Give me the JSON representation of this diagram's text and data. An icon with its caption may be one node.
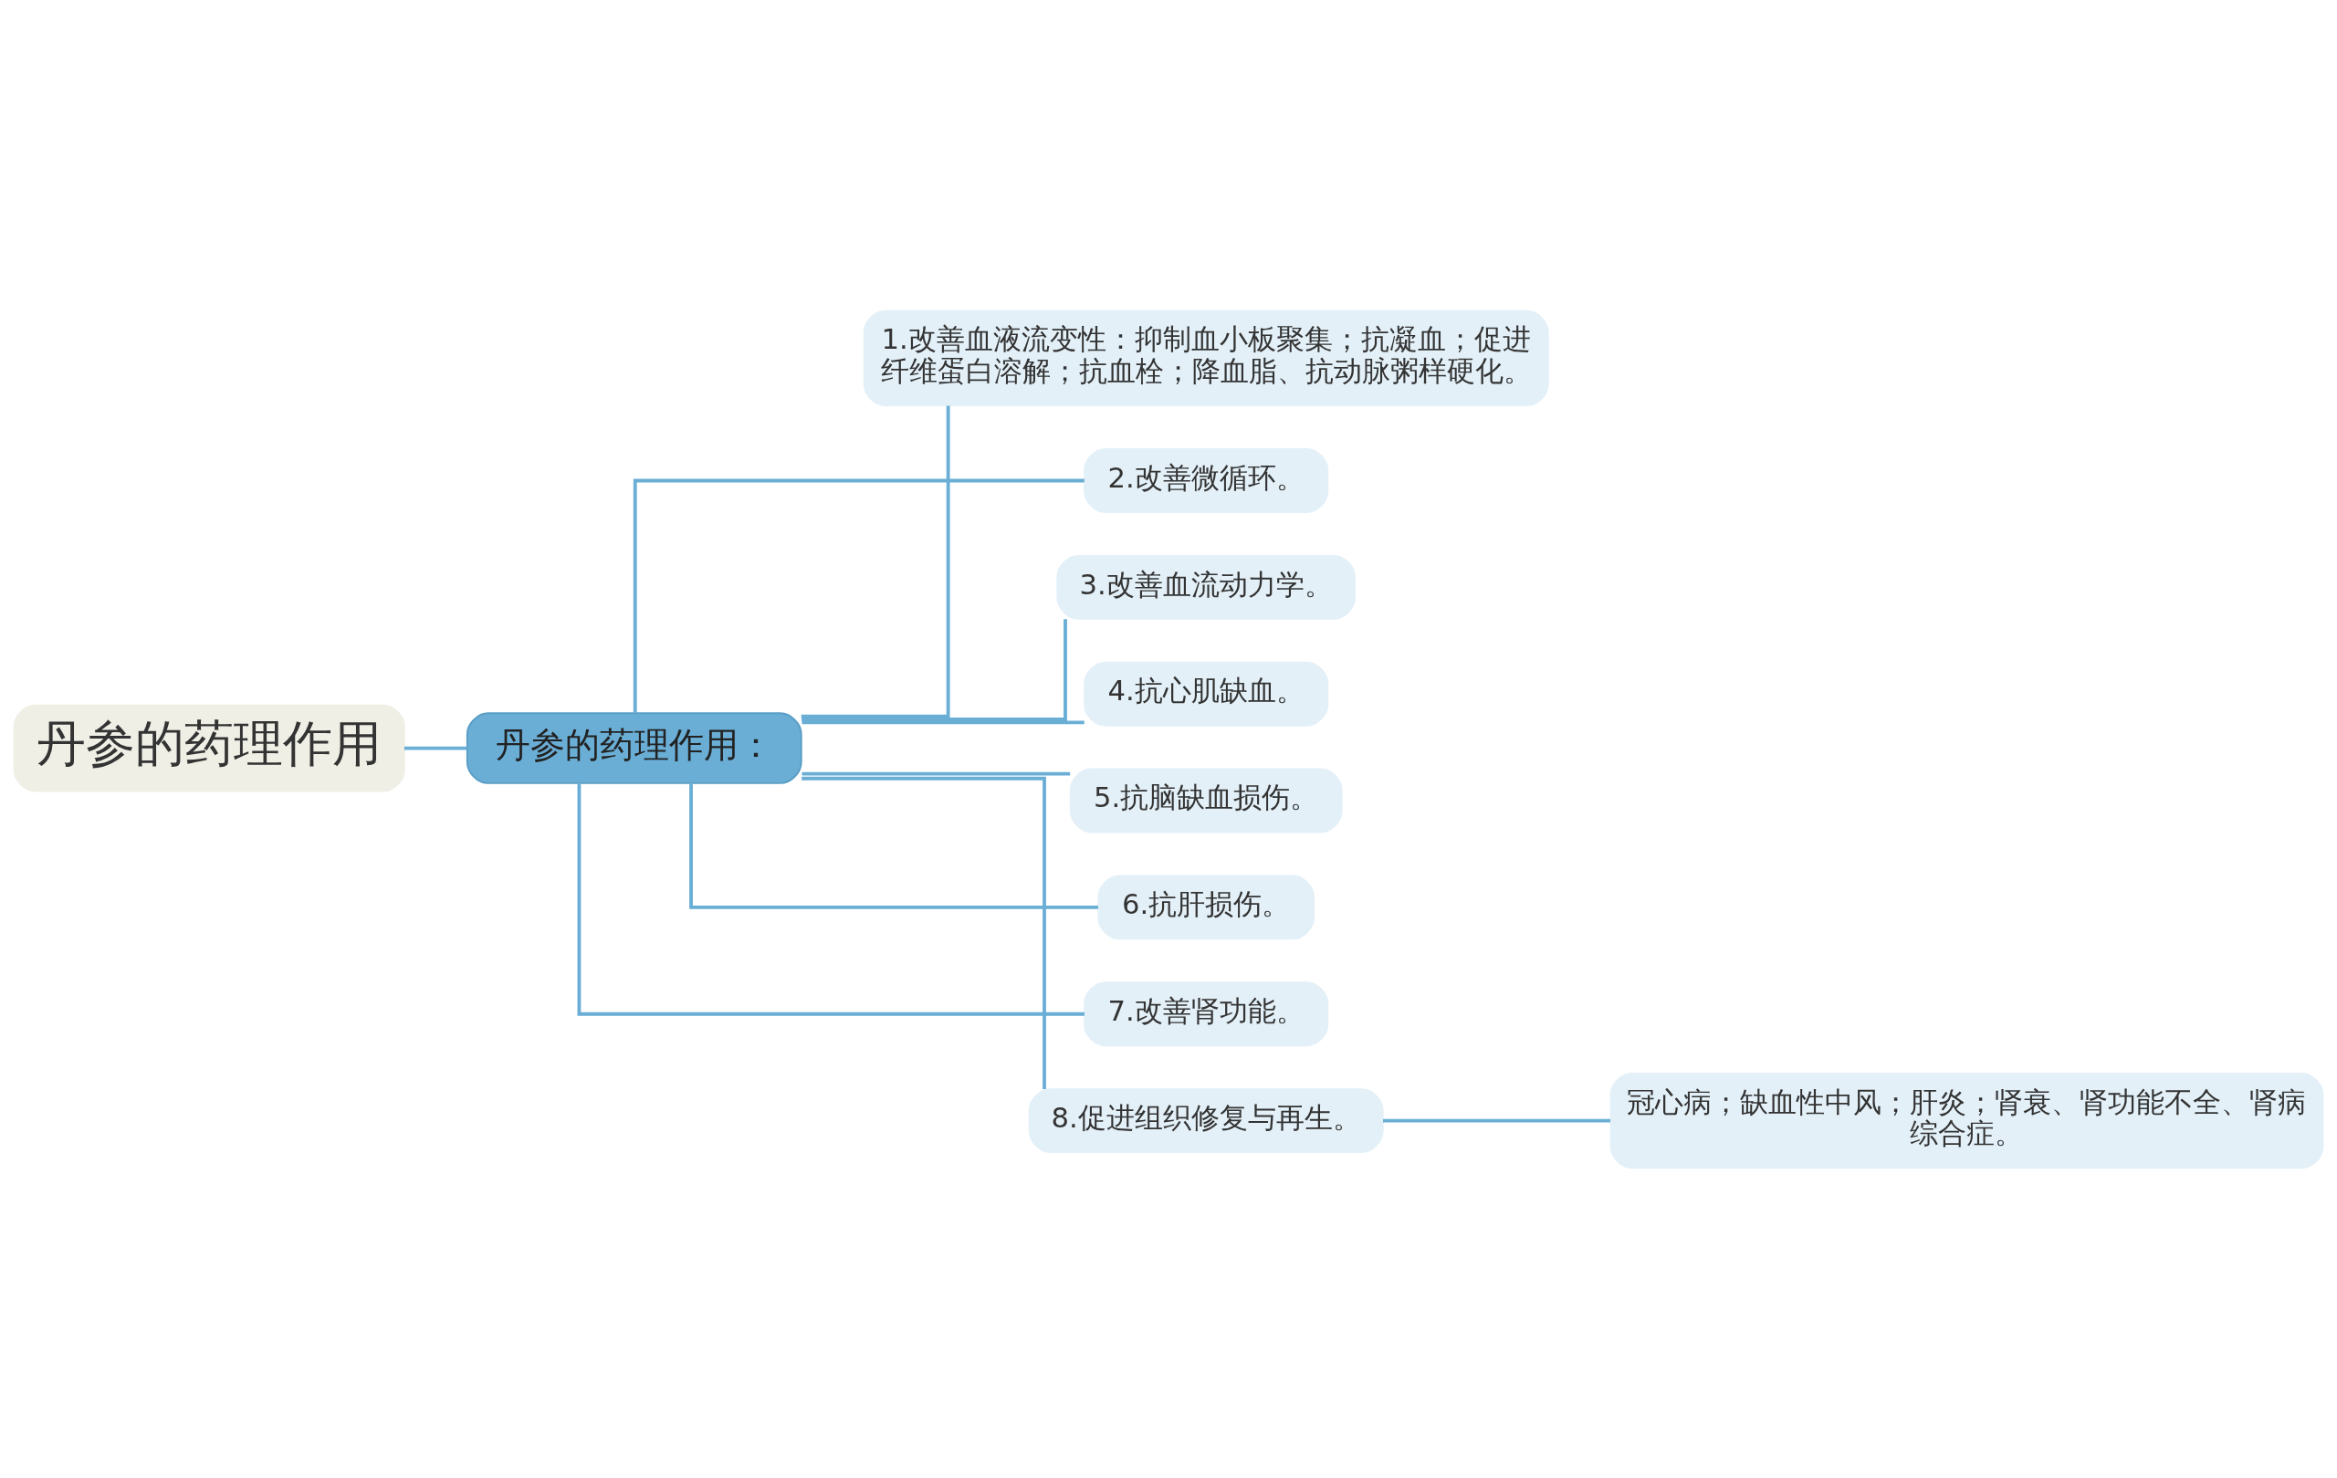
{
  "diagram": {
    "nodes": [
      {
        "text": [
          "丹参的药理作用"
        ]
      },
      {
        "text": [
          "丹参的药理作用："
        ]
      },
      {
        "text": [
          "1.改善血液流变性：抑制血小板聚集；抗凝血；促进纤维蛋白溶解；抗血栓；降血脂、抗动脉粥样硬化。"
        ]
      },
      {
        "text": [
          "2.改善微循环。"
        ]
      },
      {
        "text": [
          "3.改善血流动力学。"
        ]
      },
      {
        "text": [
          "4.抗心肌缺血。"
        ]
      },
      {
        "text": [
          "5.抗脑缺血损伤。"
        ]
      },
      {
        "text": [
          "6.抗肝损伤。"
        ]
      },
      {
        "text": [
          "7.改善肾功能。"
        ]
      },
      {
        "text": [
          "8.促进组织修复与再生。"
        ]
      },
      {
        "text": [
          "冠心病；缺血性中风；肝炎；肾衰、肾功能不全、肾病综合症。"
        ]
      }
    ],
    "edges": [
      {
        "from": 0,
        "to": 1,
        "arrow": "none"
      },
      {
        "from": 1,
        "to": 2,
        "arrow": "none"
      },
      {
        "from": 1,
        "to": 3,
        "arrow": "none"
      },
      {
        "from": 1,
        "to": 4,
        "arrow": "none"
      },
      {
        "from": 1,
        "to": 5,
        "arrow": "none"
      },
      {
        "from": 1,
        "to": 6,
        "arrow": "none"
      },
      {
        "from": 1,
        "to": 7,
        "arrow": "none"
      },
      {
        "from": 1,
        "to": 8,
        "arrow": "none"
      },
      {
        "from": 1,
        "to": 9,
        "arrow": "none"
      },
      {
        "from": 9,
        "to": 10,
        "arrow": "none"
      }
    ]
  }
}
